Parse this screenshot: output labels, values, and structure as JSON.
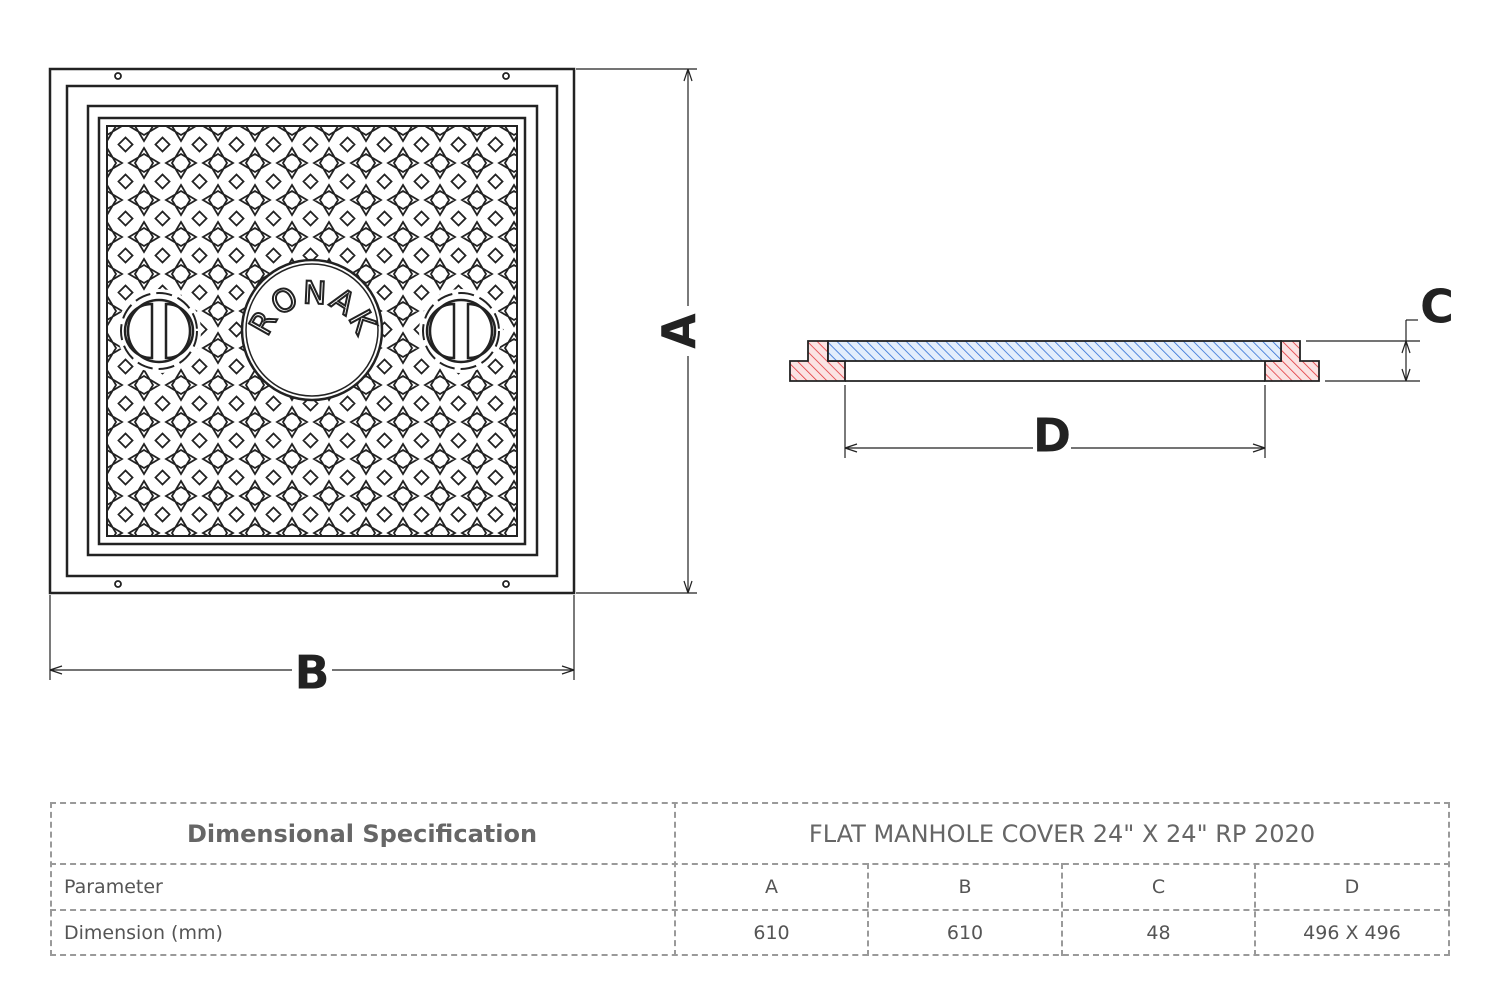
{
  "drawing": {
    "dim_labels": {
      "a": "A",
      "b": "B",
      "c": "C",
      "d": "D"
    },
    "logo_text": "RONAK",
    "colors": {
      "line": "#222222",
      "frame_hatch": "#e2363c",
      "cover_hatch": "#2f6fd6",
      "frame_fill": "#fbe3e3",
      "cover_fill": "#e3eefc"
    }
  },
  "table": {
    "title": "Dimensional Specification",
    "product": "FLAT MANHOLE COVER  24\" X 24\" RP 2020",
    "rows": [
      {
        "label": "Parameter",
        "cells": [
          "A",
          "B",
          "C",
          "D"
        ]
      },
      {
        "label": "Dimension (mm)",
        "cells": [
          "610",
          "610",
          "48",
          "496 X 496"
        ]
      }
    ]
  }
}
